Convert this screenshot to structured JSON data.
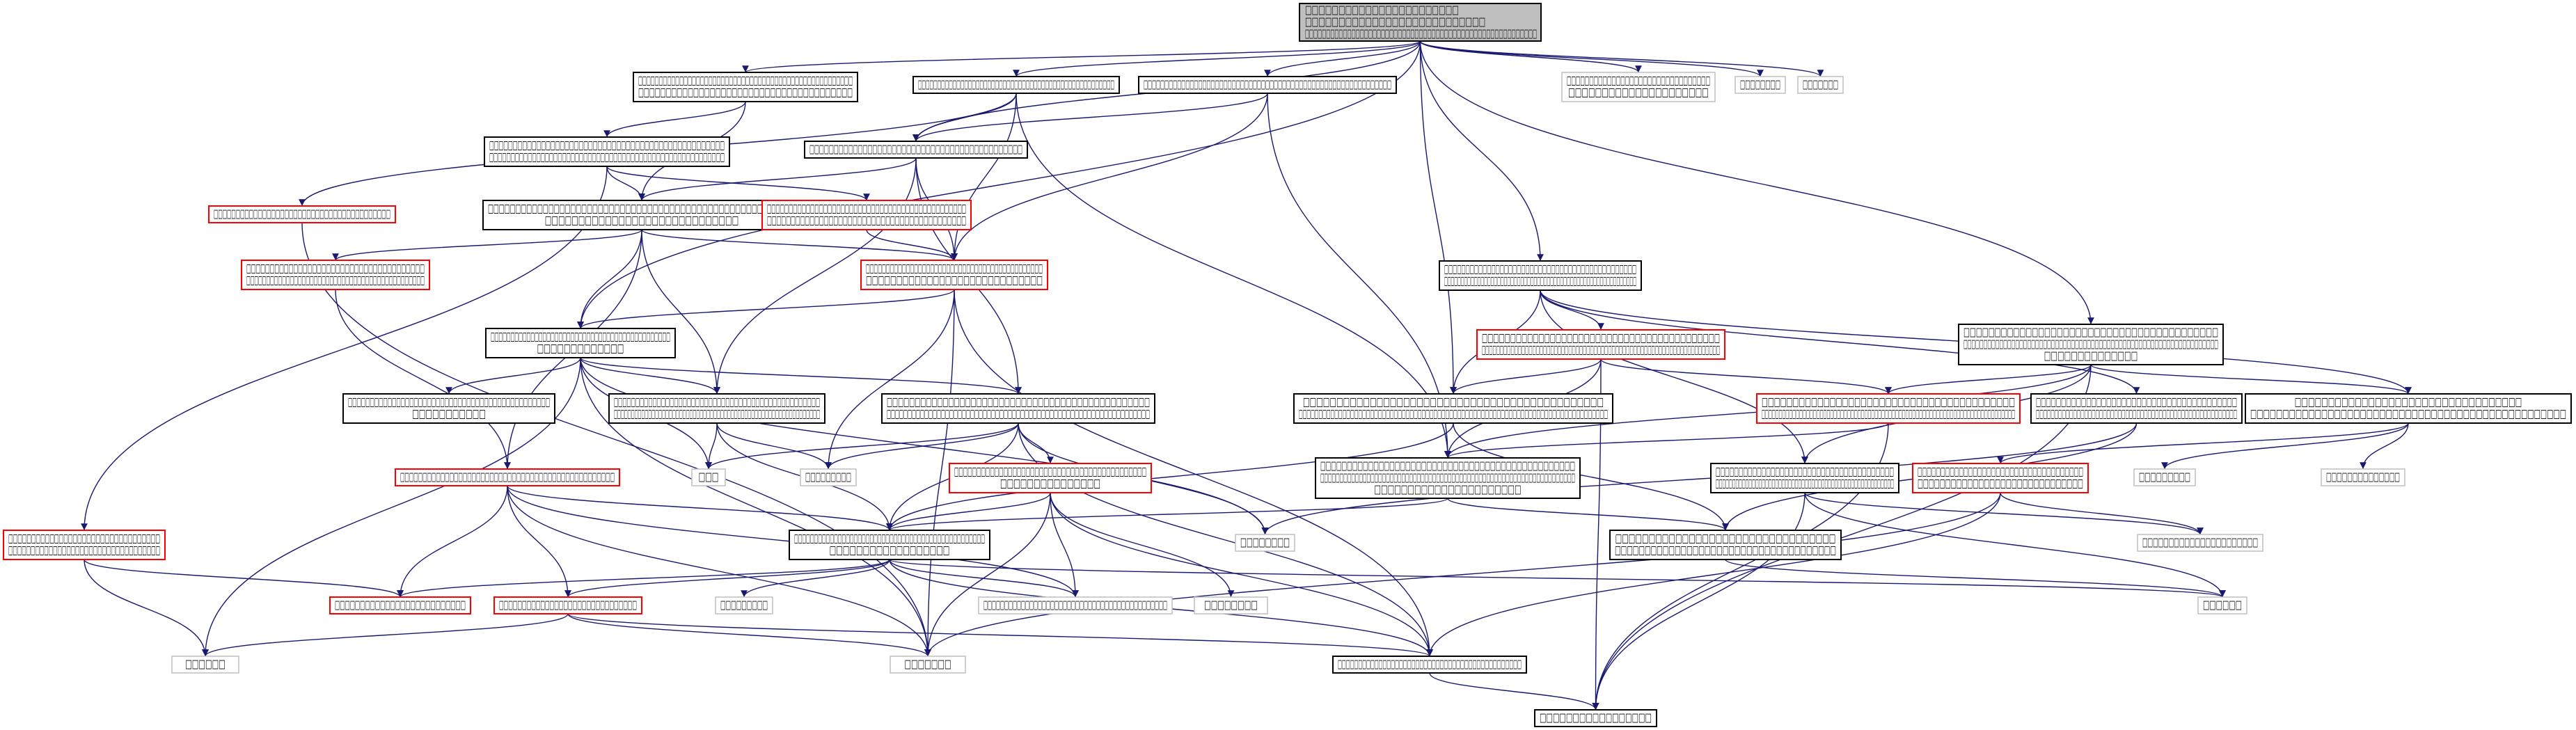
{
  "graph": {
    "colors": {
      "edge": "#191970",
      "node_border_black": "#000000",
      "node_border_red": "#ff0000",
      "node_border_gray": "#bfbfbf",
      "root_fill": "#bfbfbf"
    },
    "nodes": [
      {
        "id": "n0",
        "style": "root",
        "lines": [
          "□□□□□□□□□□□□□□□□□□□□□□□",
          "□□□□□□□□□□□□□□□□□□□□□□□□□□□",
          "□□□□□□□□□□□□□□□□□□□□□□□□□□□□□□□□□□□□□□□□□□□□□□□□□□□□□□□"
        ]
      },
      {
        "id": "n1",
        "style": "black",
        "lines": [
          "□□□□□□□□□□□□□□□□□□□□□□□□□□□□□□□□□□□□□□□□□□□□□□□□□□□□",
          "□□□□□□□□□□□□□□□□□□□□□□□□□□□□□□□□□□□□□□□"
        ]
      },
      {
        "id": "n2",
        "style": "black",
        "lines": [
          "□□□□□□□□□□□□□□□□□□□□□□□□□□□□□□□□□□□□□□□□□□□□□□□□□□□"
        ]
      },
      {
        "id": "n3",
        "style": "black",
        "lines": [
          "□□□□□□□□□□□□□□□□□□□□□□□□□□□□□□□□□□□□□□□□□□□□□□□□□□□□□□□□□□□"
        ]
      },
      {
        "id": "n4",
        "style": "gray",
        "lines": [
          "□□□□□□□□□□□□□□□□□□□□□□□□□□□□□□□□",
          "□□□□□□□□□□□□□□□□□□□□□"
        ]
      },
      {
        "id": "n5",
        "style": "gray",
        "lines": [
          "□□□□□□□□"
        ]
      },
      {
        "id": "n6",
        "style": "gray",
        "lines": [
          "□□□□□□□"
        ]
      },
      {
        "id": "n7",
        "style": "black",
        "lines": [
          "□□□□□□□□□□□□□□□□□□□□□□□□□□□□□□□□□□□□□□□□□□□□□□□□□□",
          "□□□□□□□□□□□□□□□□□□□□□□□□□□□□□□□□□□□□□□□□□□□□□□□□□□□□□□□"
        ]
      },
      {
        "id": "n8",
        "style": "black",
        "lines": [
          "□□□□□□□□□□□□□□□□□□□□□□□□□□□□□□□□□□□□□□□□□□□□"
        ]
      },
      {
        "id": "n9",
        "style": "red",
        "lines": [
          "□□□□□□□□□□□□□□□□□□□□□□□□□□□□□□□□□□□□□□□□"
        ]
      },
      {
        "id": "n10",
        "style": "black",
        "lines": [
          "□□□□□□□□□□□□□□□□□□□□□□□□□□□□□□□□□□□□□□□□□□□□□□□□□□□□□□□□",
          "□□□□□□□□□□□□□□□□□□□□□□□□□□□□□"
        ]
      },
      {
        "id": "n11",
        "style": "red",
        "lines": [
          "□□□□□□□□□□□□□□□□□□□□□□□□□□□□□□□□□□□□□□□□□□□□□□",
          "□□□□□□□□□□□□□□□□□□□□□□□□□□□□□□□□□□□□□□□□□□"
        ]
      },
      {
        "id": "n12",
        "style": "red",
        "lines": [
          "□□□□□□□□□□□□□□□□□□□□□□□□□□□□□□□□□□□□□□",
          "□□□□□□□□□□□□□□□□□□□□□□□□□□□□□□□□□□□□□□□□□□□□□"
        ]
      },
      {
        "id": "n13",
        "style": "red",
        "lines": [
          "□□□□□□□□□□□□□□□□□□□□□□□□□□□□□□□□□□□□□□□□□□□□",
          "□□□□□□□□□□□□□□□□□□□□□□□□□□□□□"
        ]
      },
      {
        "id": "n14",
        "style": "black",
        "lines": [
          "□□□□□□□□□□□□□□□□□□□□□□□□□□□□□□□□□□□□□□□□□□□□□",
          "□□□□□□□□□□□□□□□□□□□□□□□□□□□□□□□□□□□□□□□□□□□□□□□□□□□□□□□□□□"
        ]
      },
      {
        "id": "n15",
        "style": "black",
        "lines": [
          "□□□□□□□□□□□□□□□□□□□□□□□□□□□□□□□□□□□□□□□□□□□□□",
          "□□□□□□□□□□□□□"
        ]
      },
      {
        "id": "n16",
        "style": "red",
        "lines": [
          "□□□□□□□□□□□□□□□□□□□□□□□□□□□□□□□□□□□□□□□□□□",
          "□□□□□□□□□□□□□□□□□□□□□□□□□□□□□□□□□□□□□□□□□□□□□□□□□□□□□□□□□□□□□□□□□□"
        ]
      },
      {
        "id": "n17",
        "style": "black",
        "lines": [
          "□□□□□□□□□□□□□□□□□□□□□□□□□□□□□□□□□□□□□□□□□",
          "□□□□□□□□□□□□□□□□□□□□□□□□□□□□□□□□□□□□□□□□□□□□□□□□□□□□□□□□□□□□□□□□",
          "□□□□□□□□□□□□□□"
        ]
      },
      {
        "id": "n18",
        "style": "black",
        "lines": [
          "□□□□□□□□□□□□□□□□□□□□□□□□□□□□□□□□□□□□□□□□□□□□□□",
          "□□□□□□□□□□□"
        ]
      },
      {
        "id": "n19",
        "style": "black",
        "lines": [
          "□□□□□□□□□□□□□□□□□□□□□□□□□□□□□□□□□□□□□□□□□□□□□□□□",
          "□□□□□□□□□□□□□□□□□□□□□□□□□□□□□□□□□□□□□□□□□□□□□□□□□□□□□□□□□□□□"
        ]
      },
      {
        "id": "n20",
        "style": "black",
        "lines": [
          "□□□□□□□□□□□□□□□□□□□□□□□□□□□□□□□□□□□□□□□□□□□□□□□",
          "□□□□□□□□□□□□□□□□□□□□□□□□□□□□□□□□□□□□□□□□□□□□□□□□□□□□□□□□□□□□□□□"
        ]
      },
      {
        "id": "n21",
        "style": "red",
        "lines": [
          "□□□□□□□□□□□□□□□□□□□□□□□□□□□□□□□□□□□□□□□□□",
          "□□□□□□□□□□□□□□□□□□□□□□□□□□□□□□□□□□□□□□□□□□□□□□□□□□□□□□□□□□□□□□□□□□□□□□□□□□"
        ]
      },
      {
        "id": "n22",
        "style": "black",
        "lines": [
          "□□□□□□□□□□□□□□□□□□□□□□□□□□□□□□□□□□□□□□□□",
          "□□□□□□□□□□□□□□□□□□□□□□□□□□□□□□□□□□□□□□□□□□□□□□□□□□□□□□"
        ]
      },
      {
        "id": "n23",
        "style": "black",
        "lines": [
          "□□□□□□□□□□□□□□□□□□□□□□□□□□□□□□□□□□□□□□□□□□□□□",
          "□□□□□□□□□□□□□□□□□□□□□□□□□□□□□□□□□□□□□□□□□□□□□□□□□□□□□□□□□□□□□□□□□□□□□□□□□□□□□□"
        ]
      },
      {
        "id": "n24",
        "style": "black",
        "lines": [
          "□□□□□□□□□□□□□□□□□□□□□□□□□□□□□□□□□□□□□□□□□□□□□□□□□□□□□□",
          "□□□□□□□□□□□□□□□□□"
        ]
      },
      {
        "id": "n25",
        "style": "gray",
        "lines": [
          "□□□"
        ]
      },
      {
        "id": "n26",
        "style": "gray",
        "lines": [
          "□□□□□□□□□"
        ]
      },
      {
        "id": "n27",
        "style": "red",
        "lines": [
          "□□□□□□□□□□□□□□□□□□□□□□□□□□□□□□□□□□□□□□□□□□□□□□□□"
        ]
      },
      {
        "id": "n28",
        "style": "red",
        "lines": [
          "□□□□□□□□□□□□□□□□□□□□□□□□□□□□□□□□□□□□□□□□□□□",
          "□□□□□□□□□□□□□□□"
        ]
      },
      {
        "id": "n29",
        "style": "black",
        "lines": [
          "□□□□□□□□□□□□□□□□□□□□□□□□□□□□□□□□□□□□□□□□□□□□□□□□",
          "□□□□□□□□□□□□□□□□□□□□□□□□□□□□□□□□□□□□□□□□□□□□□□□□□□□□□□□□□□□□□□□□□□",
          "□□□□□□□□□□□□□□□□□□□□□□"
        ]
      },
      {
        "id": "n30",
        "style": "black",
        "lines": [
          "□□□□□□□□□□□□□□□□□□□□□□□□□□□□□□□□□□",
          "□□□□□□□□□□□□□□□□□□□□□□□□□□□□□□□□□□□□□□□□□□□□□□□□□"
        ]
      },
      {
        "id": "n31",
        "style": "red",
        "lines": [
          "□□□□□□□□□□□□□□□□□□□□□□□□□□□□□□□□□□□□",
          "□□□□□□□□□□□□□□□□□□□□□□□□□□□□□□"
        ]
      },
      {
        "id": "n32",
        "style": "gray",
        "lines": [
          "□□□□□□□□□"
        ]
      },
      {
        "id": "n33",
        "style": "gray",
        "lines": [
          "□□□□□□□□□□□□□□"
        ]
      },
      {
        "id": "n34",
        "style": "red",
        "lines": [
          "□□□□□□□□□□□□□□□□□□□□□□□□□□□□□□□□□",
          "□□□□□□□□□□□□□□□□□□□□□□□□□□□□□□□□□□"
        ]
      },
      {
        "id": "n35",
        "style": "black",
        "lines": [
          "□□□□□□□□□□□□□□□□□□□□□□□□□□□□□□□□□□□□□□□□□□□□□□□□",
          "□□□□□□□□□□□□□□□□□□"
        ]
      },
      {
        "id": "n36",
        "style": "gray",
        "lines": [
          "□□□□□□□□"
        ]
      },
      {
        "id": "n37",
        "style": "black",
        "lines": [
          "□□□□□□□□□□□□□□□□□□□□□□□□□□□□□□□□□□□□□□□",
          "□□□□□□□□□□□□□□□□□□□□□□□□□□□□□□□□□□□□□□□□□□□□□□□□□□□□□□"
        ]
      },
      {
        "id": "n38",
        "style": "gray",
        "lines": [
          "□□□□□□□□□□□□□□□□□□□□□□"
        ]
      },
      {
        "id": "n39",
        "style": "gray",
        "lines": [
          "□□□□□□"
        ]
      },
      {
        "id": "n40",
        "style": "red",
        "lines": [
          "□□□□□□□□□□□□□□□□□□□□□□□□□□"
        ]
      },
      {
        "id": "n41",
        "style": "red",
        "lines": [
          "□□□□□□□□□□□□□□□□□□□□□□□□□□□□□□"
        ]
      },
      {
        "id": "n42",
        "style": "gray",
        "lines": [
          "□□□□□□□□"
        ]
      },
      {
        "id": "n43",
        "style": "black",
        "lines": [
          "□□□□□□□□□□□□□□□□□□□□□□□□□□□□□□□□□",
          "□□□□□□□□□□□□□□□□□□□□□□□□□□□□□□□□□□□□□"
        ]
      },
      {
        "id": "n44",
        "style": "gray",
        "lines": [
          "□□□□□□□□□□□□□□□□□□□□□□□□□□□□□□□□□□□□□□□□□□□□"
        ]
      },
      {
        "id": "n45",
        "style": "gray",
        "lines": [
          "□□□□□□□□□"
        ]
      },
      {
        "id": "n46",
        "style": "gray",
        "lines": [
          "□□□□□□"
        ]
      },
      {
        "id": "n47",
        "style": "gray",
        "lines": [
          "□□□□□□□"
        ]
      },
      {
        "id": "n48",
        "style": "black",
        "lines": [
          "□□□□□□□□□□□□□□□□□□□□□□□□□□□□□□□□□□□□□□□□□□□□□"
        ]
      },
      {
        "id": "n49",
        "style": "black",
        "lines": [
          "□□□□□□□□□□□□□□□□□"
        ]
      }
    ],
    "edges": [
      [
        "n0",
        "n1"
      ],
      [
        "n0",
        "n2"
      ],
      [
        "n0",
        "n3"
      ],
      [
        "n0",
        "n4"
      ],
      [
        "n0",
        "n5"
      ],
      [
        "n0",
        "n6"
      ],
      [
        "n0",
        "n8"
      ],
      [
        "n0",
        "n15"
      ],
      [
        "n0",
        "n14"
      ],
      [
        "n0",
        "n17"
      ],
      [
        "n0",
        "n23"
      ],
      [
        "n1",
        "n7"
      ],
      [
        "n1",
        "n10"
      ],
      [
        "n2",
        "n8"
      ],
      [
        "n2",
        "n9"
      ],
      [
        "n2",
        "n13"
      ],
      [
        "n2",
        "n29"
      ],
      [
        "n3",
        "n8"
      ],
      [
        "n3",
        "n13"
      ],
      [
        "n3",
        "n29"
      ],
      [
        "n7",
        "n10"
      ],
      [
        "n7",
        "n11"
      ],
      [
        "n7",
        "n34"
      ],
      [
        "n8",
        "n10"
      ],
      [
        "n8",
        "n13"
      ],
      [
        "n8",
        "n19"
      ],
      [
        "n8",
        "n20"
      ],
      [
        "n9",
        "n47"
      ],
      [
        "n10",
        "n12"
      ],
      [
        "n10",
        "n13"
      ],
      [
        "n10",
        "n15"
      ],
      [
        "n10",
        "n19"
      ],
      [
        "n10",
        "n27"
      ],
      [
        "n11",
        "n13"
      ],
      [
        "n12",
        "n27"
      ],
      [
        "n13",
        "n15"
      ],
      [
        "n13",
        "n26"
      ],
      [
        "n13",
        "n47"
      ],
      [
        "n13",
        "n48"
      ],
      [
        "n14",
        "n16"
      ],
      [
        "n14",
        "n23"
      ],
      [
        "n14",
        "n22"
      ],
      [
        "n14",
        "n30"
      ],
      [
        "n14",
        "n37"
      ],
      [
        "n15",
        "n18"
      ],
      [
        "n15",
        "n19"
      ],
      [
        "n15",
        "n20"
      ],
      [
        "n15",
        "n25"
      ],
      [
        "n15",
        "n36"
      ],
      [
        "n15",
        "n46"
      ],
      [
        "n15",
        "n47"
      ],
      [
        "n16",
        "n21"
      ],
      [
        "n16",
        "n23"
      ],
      [
        "n16",
        "n29"
      ],
      [
        "n16",
        "n49"
      ],
      [
        "n17",
        "n21"
      ],
      [
        "n17",
        "n30"
      ],
      [
        "n17",
        "n37"
      ],
      [
        "n17",
        "n29"
      ],
      [
        "n17",
        "n49"
      ],
      [
        "n19",
        "n25"
      ],
      [
        "n19",
        "n26"
      ],
      [
        "n19",
        "n35"
      ],
      [
        "n20",
        "n25"
      ],
      [
        "n20",
        "n26"
      ],
      [
        "n20",
        "n28"
      ],
      [
        "n20",
        "n35"
      ],
      [
        "n20",
        "n36"
      ],
      [
        "n20",
        "n48"
      ],
      [
        "n21",
        "n29"
      ],
      [
        "n21",
        "n49"
      ],
      [
        "n22",
        "n36"
      ],
      [
        "n22",
        "n43"
      ],
      [
        "n23",
        "n35"
      ],
      [
        "n23",
        "n43"
      ],
      [
        "n27",
        "n35"
      ],
      [
        "n27",
        "n40"
      ],
      [
        "n27",
        "n41"
      ],
      [
        "n27",
        "n44"
      ],
      [
        "n27",
        "n47"
      ],
      [
        "n28",
        "n35"
      ],
      [
        "n28",
        "n42"
      ],
      [
        "n28",
        "n44"
      ],
      [
        "n28",
        "n47"
      ],
      [
        "n28",
        "n48"
      ],
      [
        "n29",
        "n35"
      ],
      [
        "n29",
        "n43"
      ],
      [
        "n30",
        "n31"
      ],
      [
        "n30",
        "n32"
      ],
      [
        "n30",
        "n33"
      ],
      [
        "n31",
        "n47"
      ],
      [
        "n31",
        "n48"
      ],
      [
        "n31",
        "n38"
      ],
      [
        "n34",
        "n40"
      ],
      [
        "n34",
        "n46"
      ],
      [
        "n35",
        "n39"
      ],
      [
        "n35",
        "n40"
      ],
      [
        "n35",
        "n41"
      ],
      [
        "n35",
        "n44"
      ],
      [
        "n35",
        "n45"
      ],
      [
        "n35",
        "n48"
      ],
      [
        "n37",
        "n38"
      ],
      [
        "n37",
        "n39"
      ],
      [
        "n37",
        "n49"
      ],
      [
        "n41",
        "n46"
      ],
      [
        "n41",
        "n47"
      ],
      [
        "n41",
        "n48"
      ],
      [
        "n43",
        "n39"
      ],
      [
        "n48",
        "n49"
      ]
    ]
  }
}
